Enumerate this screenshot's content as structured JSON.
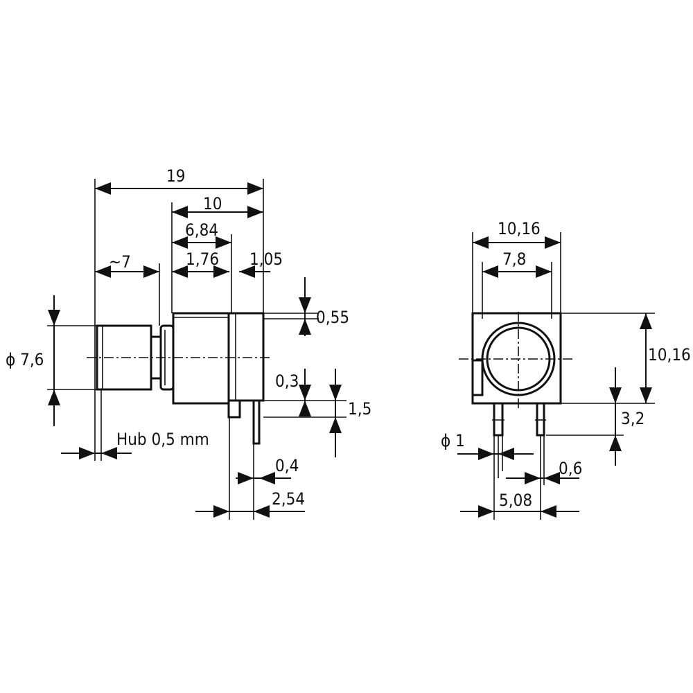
{
  "side_view": {
    "overall_length": "19",
    "body_length": "10",
    "length_684": "6,84",
    "length_176": "1,76",
    "length_105": "1,05",
    "plunger_length": "~7",
    "diameter": "ϕ 7,6",
    "stroke": "Hub 0,5 mm",
    "dim_055": "0,55",
    "dim_03": "0,3",
    "dim_15": "1,5",
    "dim_04": "0,4",
    "dim_254": "2,54"
  },
  "front_view": {
    "width_outer": "10,16",
    "width_inner": "7,8",
    "height": "10,16",
    "pin_height": "3,2",
    "pin_diameter": "ϕ 1",
    "pin_width": "0,6",
    "pin_spacing": "5,08"
  }
}
